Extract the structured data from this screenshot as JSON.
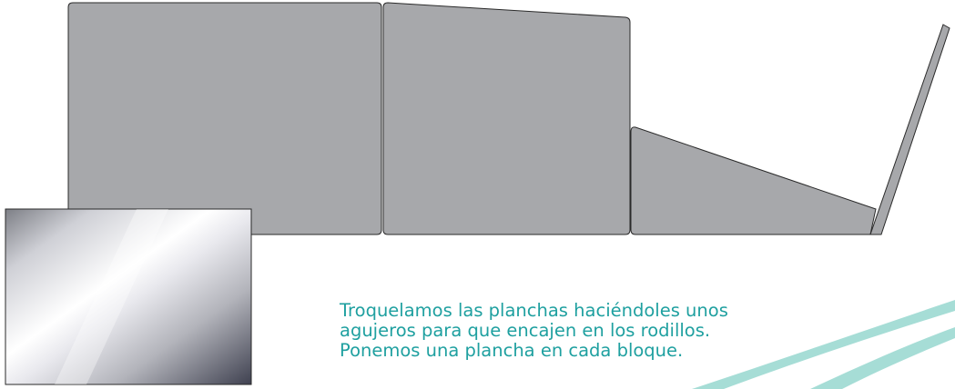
{
  "caption": {
    "lines": [
      "Troquelamos las planchas haciéndoles unos",
      "agujeros para que encajen en los rodillos.",
      "Ponemos una plancha en cada bloque."
    ]
  },
  "colors": {
    "panel_fill": "#a7a8ab",
    "panel_stroke": "#2a2a2a",
    "caption_text": "#1fa0a0",
    "swoosh": "#a6ddd6"
  }
}
